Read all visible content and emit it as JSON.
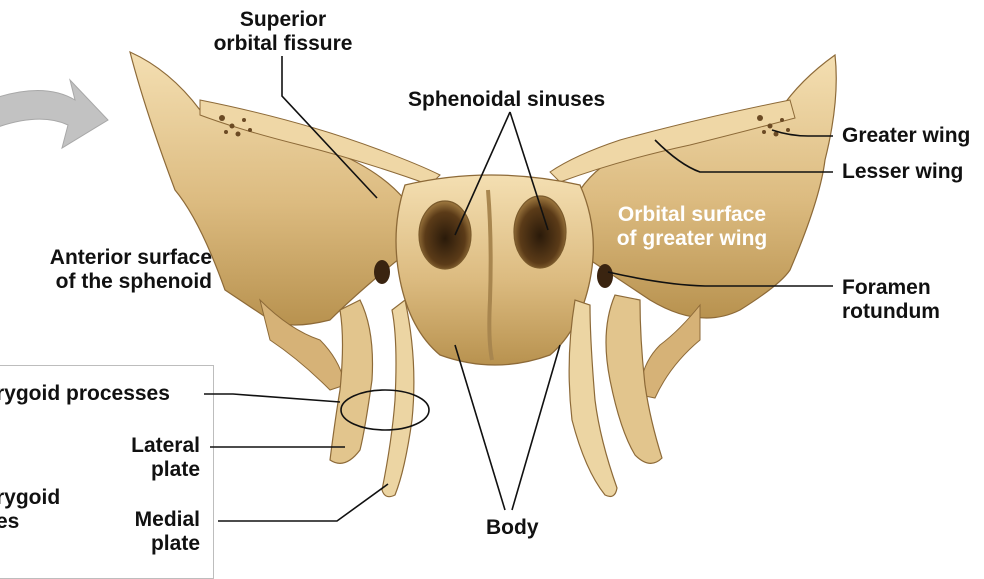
{
  "colors": {
    "bone": "#d9b77c",
    "bone_light": "#f2dcae",
    "bone_shadow": "#9c7a45",
    "sinus_dark": "#3a2410",
    "arrow": "#bdbdbd",
    "leader": "#111111",
    "text": "#111111"
  },
  "labels": {
    "superior_orbital_fissure": [
      "Superior",
      "orbital fissure"
    ],
    "sphenoidal_sinuses": "Sphenoidal sinuses",
    "greater_wing": "Greater wing",
    "lesser_wing": "Lesser wing",
    "orbital_surface": [
      "Orbital surface",
      "of greater wing"
    ],
    "anterior_surface": [
      "Anterior surface",
      "of the sphenoid"
    ],
    "foramen_rotundum": [
      "Foramen",
      "rotundum"
    ],
    "pterygoid_processes_top": "rygoid processes",
    "lateral_plate": [
      "Lateral",
      "plate"
    ],
    "pterygoid_processes_bottom": [
      "rygoid",
      "es"
    ],
    "medial_plate": [
      "Medial",
      "plate"
    ],
    "body": "Body"
  },
  "icons": {
    "orientation_arrow": "curved-arrow-icon"
  }
}
